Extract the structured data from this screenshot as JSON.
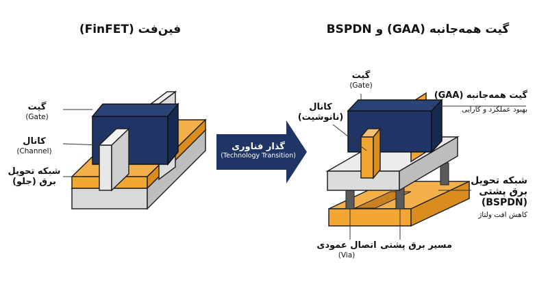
{
  "titles": {
    "left": "فین‌فت (FinFET)",
    "right": "گیت همه‌جانبه (GAA) و BSPDN"
  },
  "finfet": {
    "gate_label": "گیت",
    "gate_sub": "(Gate)",
    "channel_label": "کانال",
    "channel_sub": "(Channel)",
    "power_label_line1": "شبکه تحویل",
    "power_label_line2": "برق (جلو)"
  },
  "transition": {
    "label": "گذار فناوری",
    "sub": "(Technology Transition)"
  },
  "gaa": {
    "gate_label": "گیت",
    "gate_sub": "(Gate)",
    "channel_label": "کانال",
    "channel_sub": "(نانوشیت)",
    "gaa_label": "گیت همه‌جانبه (GAA)",
    "gaa_sub": "بهبود عملکرد و کارایی",
    "bspdn_line1": "شبکه تحویل",
    "bspdn_line2": "برق پشتی",
    "bspdn_line3": "(BSPDN)",
    "bspdn_sub": "کاهش افت ولتاژ",
    "via_label": "اتصال عمودی",
    "via_sub": "(Via)",
    "backside_rail_label": "مسیر برق پشتی"
  },
  "colors": {
    "gate_navy": "#1f3566",
    "orange": "#f2a634",
    "light_gray": "#e4e4e4",
    "mid_gray": "#c8c8c8",
    "dark_gray": "#555555",
    "arrow_navy": "#1f3566"
  }
}
